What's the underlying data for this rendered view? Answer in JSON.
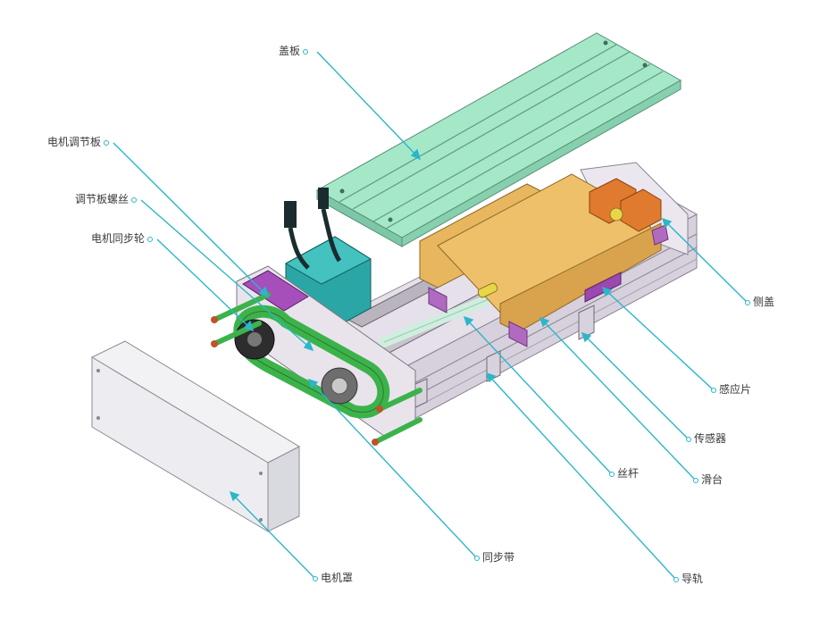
{
  "labels": {
    "cover_plate": "盖板",
    "motor_adjust_plate": "电机调节板",
    "adjust_plate_screw": "调节板螺丝",
    "motor_sync_wheel": "电机同步轮",
    "side_cover": "侧盖",
    "sensing_piece": "感应片",
    "sensor": "传感器",
    "slide_table": "滑台",
    "lead_screw": "丝杆",
    "sync_belt": "同步带",
    "guide_rail": "导轨",
    "motor_cover": "电机罩"
  },
  "colors": {
    "leader_line": "#2bb6c9",
    "cover_plate": "#9ee6c4",
    "profile": "#dcd6e2",
    "slide_table": "#e3b45a",
    "motor": "#2aa6a6",
    "belt": "#3cb34a",
    "accent_purple": "#8f3fa3",
    "orange_block": "#e07a2e"
  }
}
